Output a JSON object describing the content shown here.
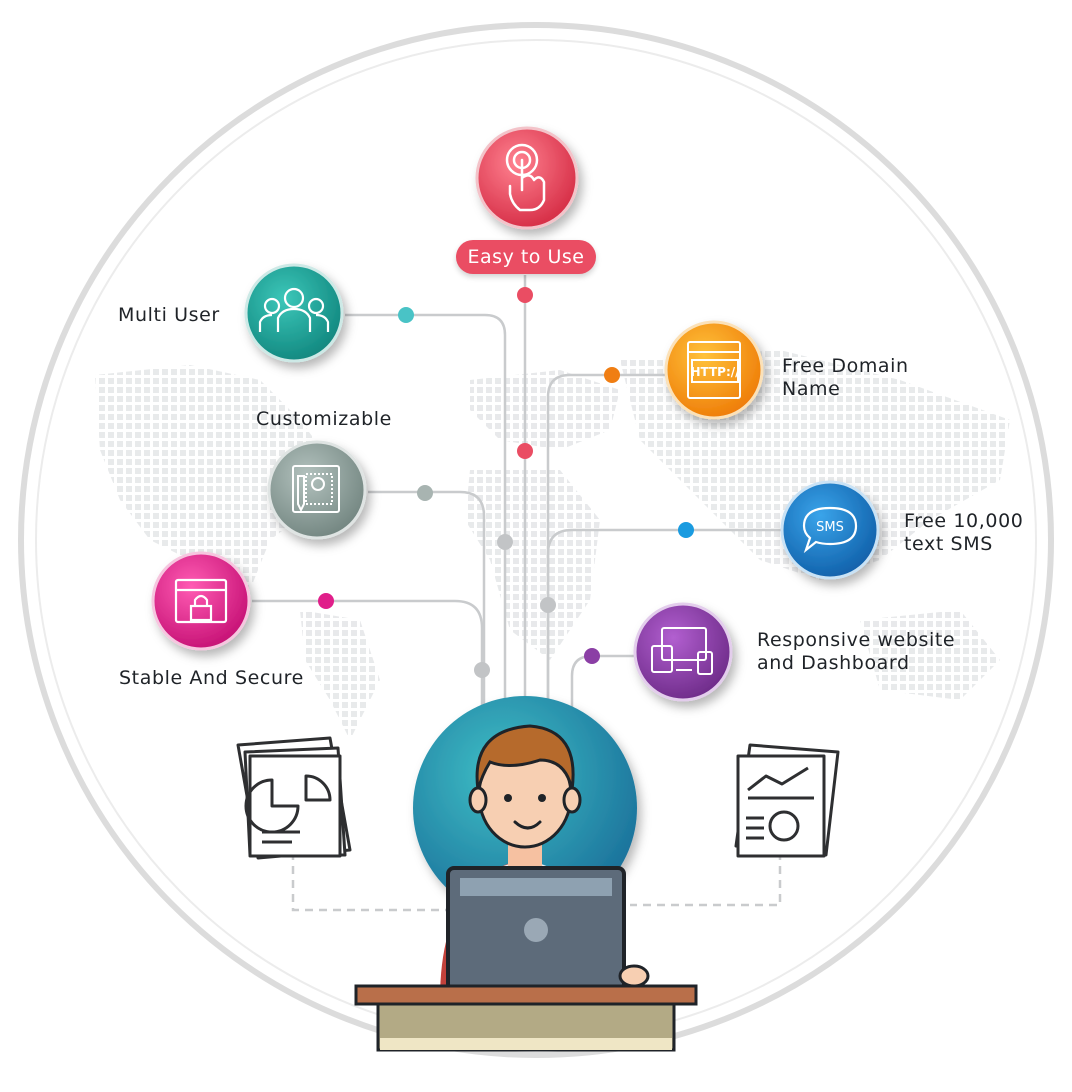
{
  "center": {
    "label": "Easy to Use",
    "color": "#ea4d63"
  },
  "features": [
    {
      "key": "multi-user",
      "label": "Multi User",
      "icon": "users-icon",
      "color": "#1fa39a"
    },
    {
      "key": "customizable",
      "label": "Customizable",
      "icon": "design-canvas-icon",
      "color": "#8fa19d"
    },
    {
      "key": "stable-secure",
      "label": "Stable And Secure",
      "icon": "secure-window-lock-icon",
      "color": "#e01f8a"
    },
    {
      "key": "free-domain",
      "label": "Free Domain Name",
      "icon": "http-browser-icon",
      "color": "#f39a14"
    },
    {
      "key": "free-sms",
      "label": "Free 10,000 text SMS",
      "icon": "sms-bubble-icon",
      "color": "#1a78c2"
    },
    {
      "key": "responsive",
      "label": "Responsive website and Dashboard",
      "icon": "devices-icon",
      "color": "#8b3fa5"
    }
  ],
  "icons": {
    "top": "pointer-finger-icon",
    "left_document": "pie-chart-report-icon",
    "right_document": "line-chart-report-icon",
    "person": "user-at-laptop-icon"
  }
}
